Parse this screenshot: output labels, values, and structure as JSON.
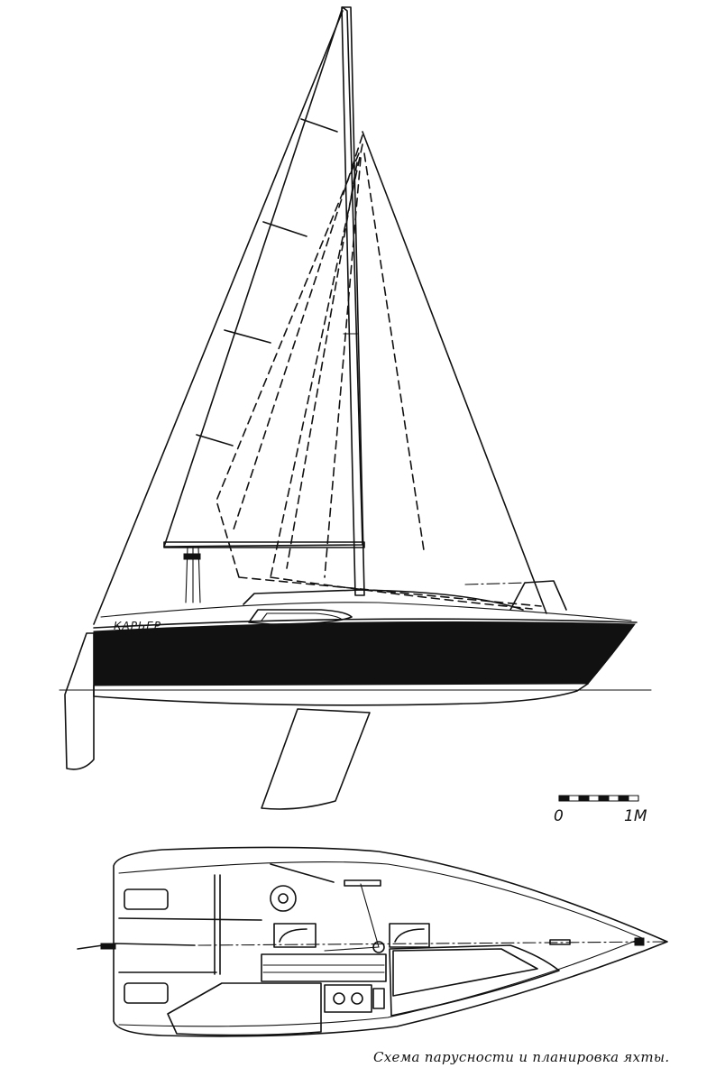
{
  "hull_name": "КАРЬЕР",
  "scale": {
    "zero": "0",
    "one": "1М"
  },
  "caption": "Схема парусности и планировка яхты."
}
